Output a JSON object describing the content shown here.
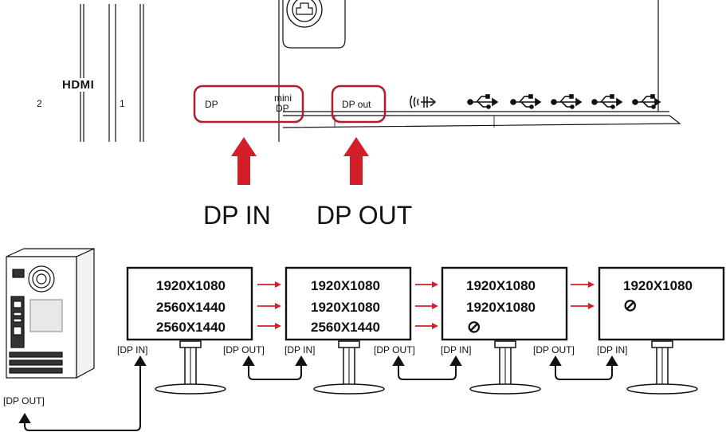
{
  "panel": {
    "hdmi_logo": "HDMI",
    "hdmi_port_2": "2",
    "hdmi_port_1": "1",
    "dp_label": "DP",
    "mini_dp_line1": "mini",
    "mini_dp_line2": "DP",
    "dp_out_label": "DP out"
  },
  "callouts": {
    "dp_in": "DP IN",
    "dp_out": "DP OUT"
  },
  "icons": [
    "audio-out-icon",
    "usb-icon",
    "usb-icon",
    "usb-icon",
    "usb-icon",
    "usb-icon"
  ],
  "colors": {
    "highlight": "#b5192f",
    "arrow": "#d31f2a",
    "line": "#111111"
  },
  "pc": {
    "dp_out_label": "[DP OUT]"
  },
  "monitors": [
    {
      "lines": [
        "1920X1080",
        "2560X1440",
        "2560X1440"
      ],
      "dp_in_label": "[DP IN]",
      "dp_out_label": "[DP OUT]"
    },
    {
      "lines": [
        "1920X1080",
        "1920X1080",
        "2560X1440"
      ],
      "dp_in_label": "[DP IN]",
      "dp_out_label": "[DP OUT]"
    },
    {
      "lines": [
        "1920X1080",
        "1920X1080",
        "⊘"
      ],
      "dp_in_label": "[DP IN]",
      "dp_out_label": "[DP OUT]"
    },
    {
      "lines": [
        "1920X1080",
        "⊘"
      ],
      "dp_in_label": "[DP IN]"
    }
  ]
}
